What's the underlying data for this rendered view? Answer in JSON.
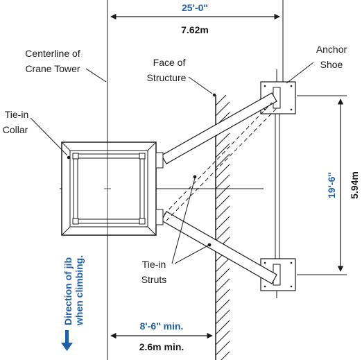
{
  "labels": {
    "centerline_line1": "Centerline of",
    "centerline_line2": "Crane Tower",
    "face_line1": "Face of",
    "face_line2": "Structure",
    "anchor_line1": "Anchor",
    "anchor_line2": "Shoe",
    "collar_line1": "Tie-in",
    "collar_line2": "Collar",
    "struts_line1": "Tie-in",
    "struts_line2": "Struts",
    "jib_line1": "Direction of jib",
    "jib_line2": "when climbing."
  },
  "dimensions": {
    "top_imperial": "25'-0\"",
    "top_metric": "7.62m",
    "right_imperial": "19'-6\"",
    "right_metric": "5.94m",
    "bottom_imperial": "8'-6\" min.",
    "bottom_metric": "2.6m min."
  },
  "colors": {
    "accent_blue": "#1f5fa8",
    "line": "#1a1a1a"
  }
}
